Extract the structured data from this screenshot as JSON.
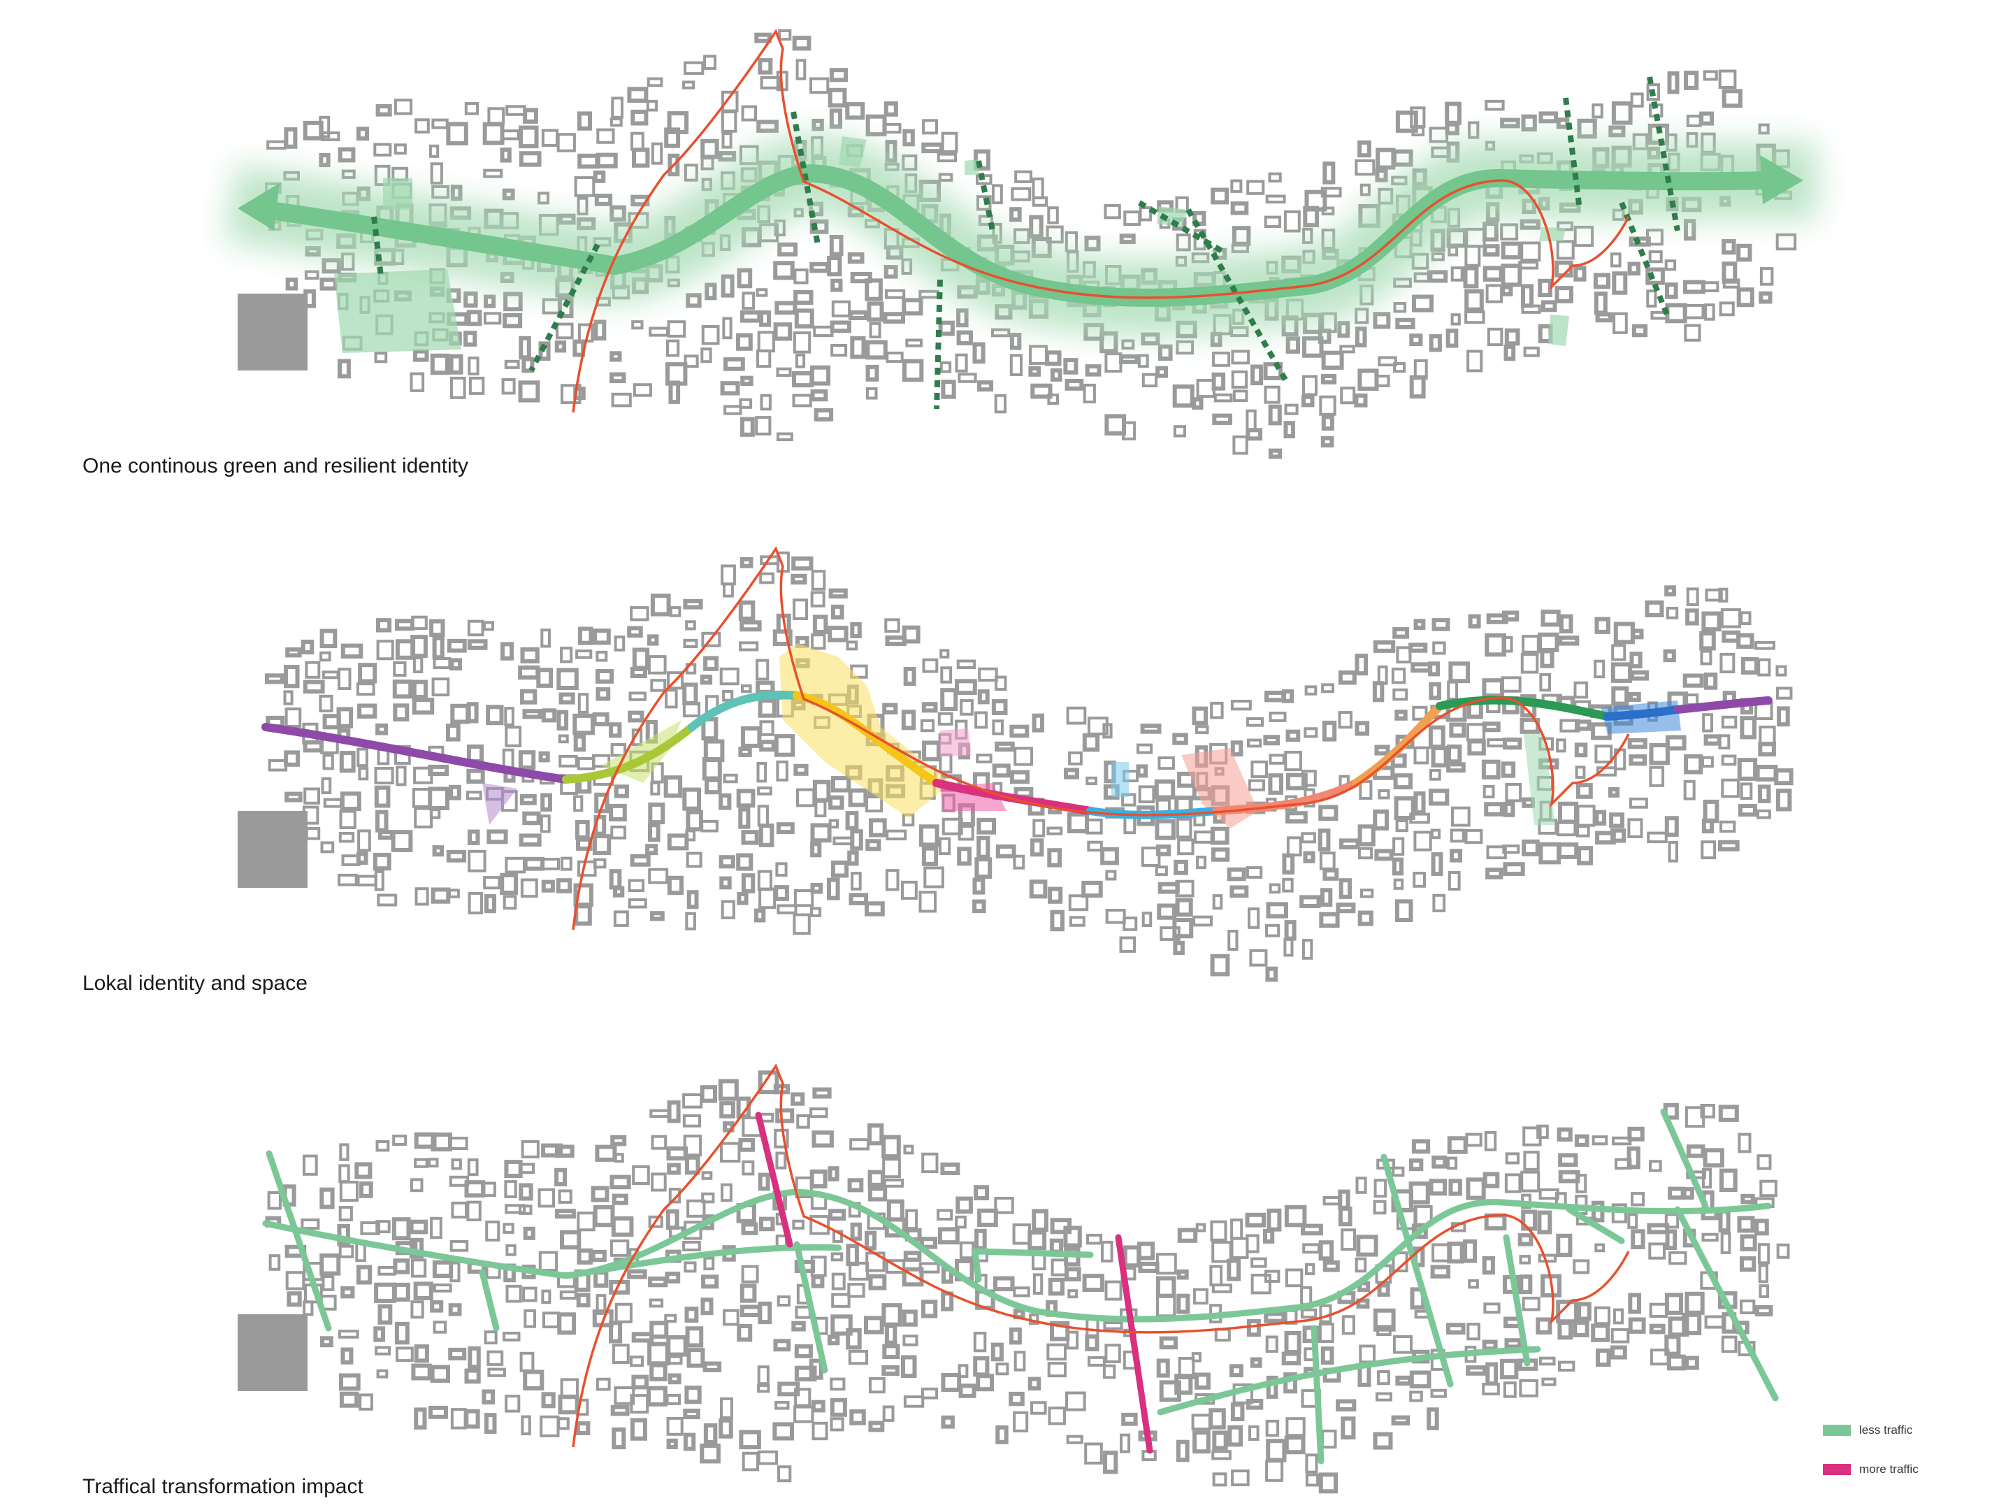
{
  "panels": [
    {
      "caption": "One continous green and resilient identity",
      "theme": "green-corridor"
    },
    {
      "caption": "Lokal identity and space",
      "theme": "local-identity"
    },
    {
      "caption": "Traffical transformation impact",
      "theme": "traffic"
    }
  ],
  "legend": {
    "items": [
      {
        "label": "less traffic",
        "color": "#7cc797"
      },
      {
        "label": "more traffic",
        "color": "#d9307f"
      }
    ]
  },
  "colors": {
    "buildings": "#9a9a9a",
    "boundary": "#e8502e",
    "green": "#74c58e",
    "green_dark": "#2e7d4a",
    "traffic_less": "#7cc797",
    "traffic_more": "#d9307f",
    "identity_segments": [
      "#8e4aa8",
      "#a8c838",
      "#5ec2b6",
      "#f5c518",
      "#e8559a",
      "#5bbde4",
      "#f08872",
      "#f2a050",
      "#2a9a55",
      "#2a6fc9"
    ]
  }
}
